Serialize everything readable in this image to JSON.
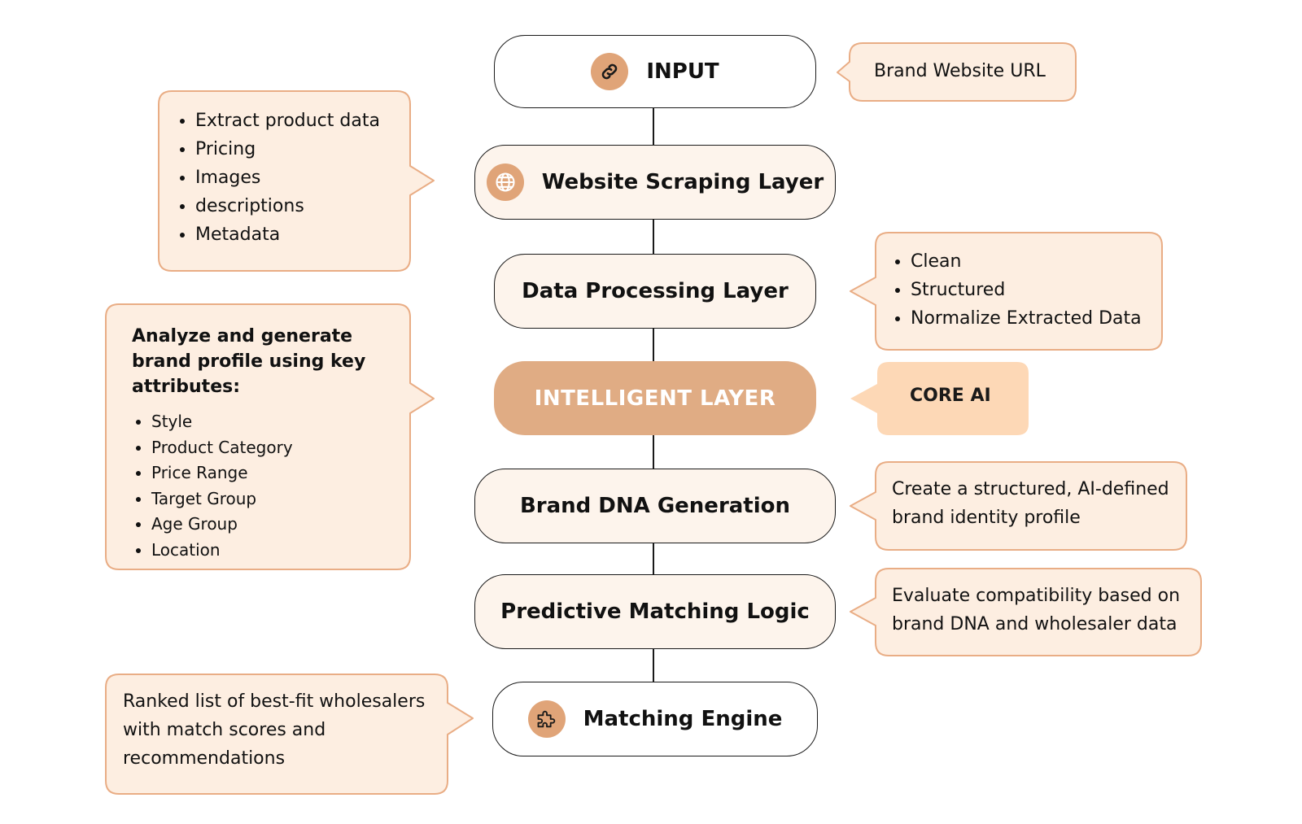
{
  "colors": {
    "node_fill": "#fdf4ec",
    "callout_fill": "#fdeee1",
    "callout_border": "#e9ad85",
    "highlight_fill": "#e0ac84",
    "core_fill": "#fdd8b6",
    "icon_fill": "#e0a478",
    "connector": "#1a1a1a"
  },
  "nodes": [
    {
      "label": "INPUT",
      "icon": "link-icon"
    },
    {
      "label": "Website Scraping Layer",
      "icon": "globe-icon"
    },
    {
      "label": "Data Processing Layer",
      "icon": ""
    },
    {
      "label": "INTELLIGENT LAYER",
      "icon": ""
    },
    {
      "label": "Brand DNA Generation",
      "icon": ""
    },
    {
      "label": "Predictive Matching Logic",
      "icon": ""
    },
    {
      "label": "Matching Engine",
      "icon": "puzzle-icon"
    }
  ],
  "annotations": {
    "input": {
      "text": "Brand Website URL"
    },
    "scraping": {
      "items": [
        "Extract product data",
        "Pricing",
        "Images",
        "descriptions",
        "Metadata"
      ]
    },
    "processing": {
      "items": [
        "Clean",
        "Structured",
        "Normalize Extracted Data"
      ]
    },
    "intelligent": {
      "heading": "Analyze and generate brand profile using key attributes:",
      "items": [
        "Style",
        "Product Category",
        "Price Range",
        "Target Group",
        "Age Group",
        "Location"
      ]
    },
    "core": {
      "text": "CORE AI"
    },
    "dna": {
      "text": "Create a structured, AI-defined brand identity profile"
    },
    "predictive": {
      "text": "Evaluate compatibility based on brand DNA and wholesaler data"
    },
    "engine": {
      "text": "Ranked list of best-fit wholesalers with match scores and recommendations"
    }
  }
}
